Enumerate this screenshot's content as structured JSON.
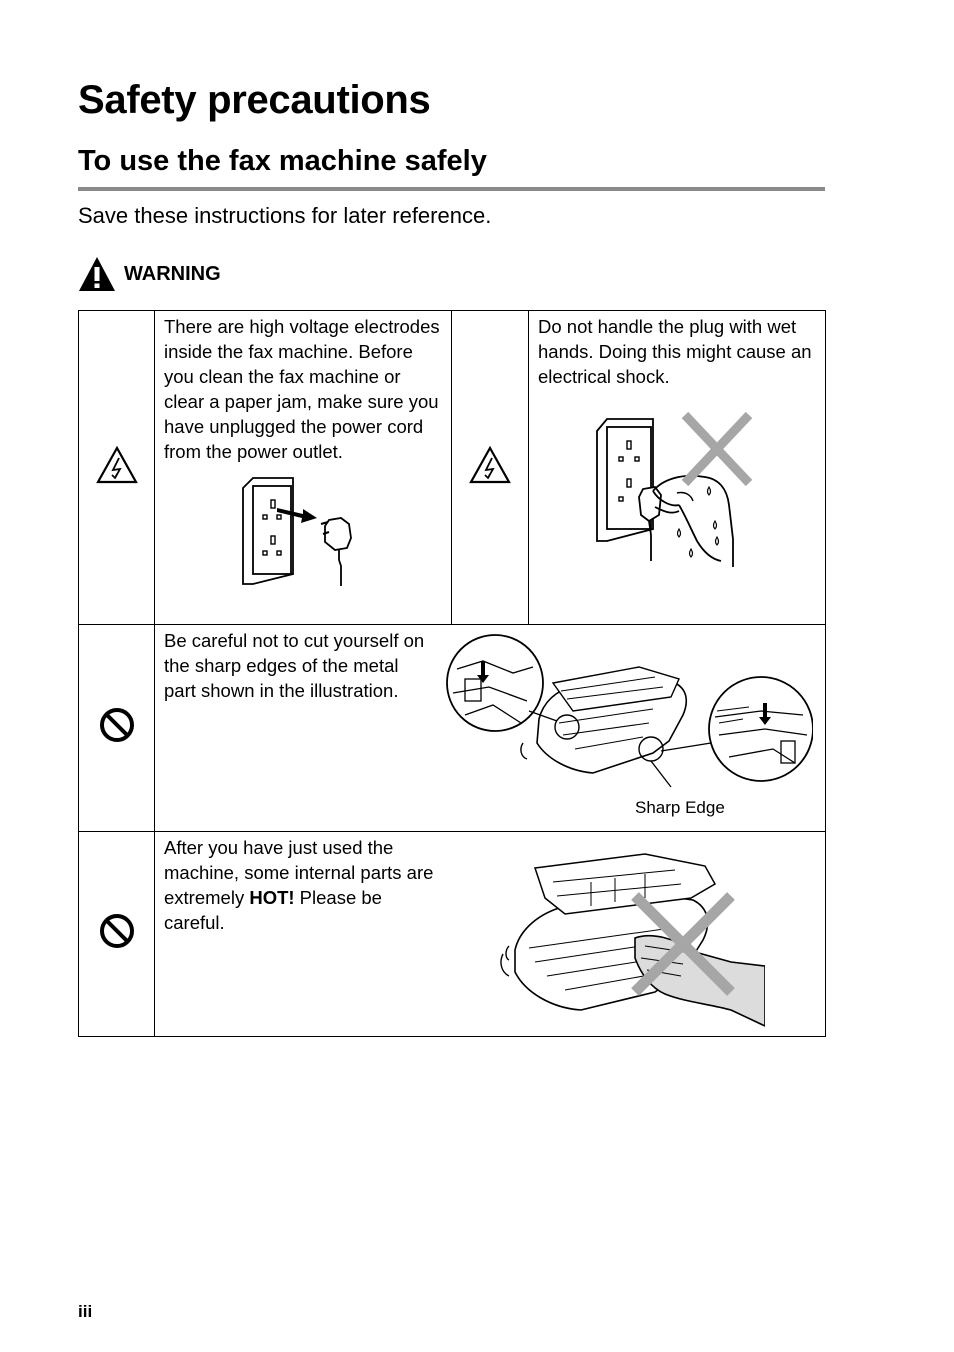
{
  "page": {
    "title": "Safety precautions",
    "subtitle": "To use the fax machine safely",
    "intro": "Save these instructions for later reference.",
    "warning_label": "WARNING",
    "page_number": "iii"
  },
  "rows": [
    {
      "icon": "electric-shock-icon",
      "text": "There are high voltage electrodes inside the fax machine. Before you clean the fax machine or clear a paper jam, make sure you have unplugged the power cord from the power outlet."
    },
    {
      "icon": "electric-shock-icon",
      "text": "Do not handle the plug with wet hands. Doing this might cause an electrical shock."
    },
    {
      "icon": "prohibited-icon",
      "text": "Be careful not to cut yourself on the sharp edges of the metal part shown in the illustration.",
      "caption": "Sharp Edge"
    },
    {
      "icon": "prohibited-icon",
      "text_before": "After you have just used the machine, some internal parts are extremely ",
      "text_bold": "HOT!",
      "text_after": " Please be careful."
    }
  ]
}
